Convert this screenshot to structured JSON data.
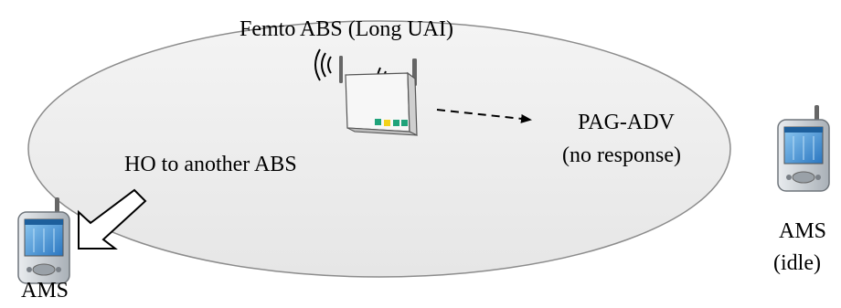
{
  "femto": {
    "label": "Femto ABS (Long UAI)",
    "icon": "wireless-router-icon",
    "indicator_colors": [
      "#1fa37a",
      "#f2d21b",
      "#1fa37a",
      "#1fa37a"
    ]
  },
  "paging": {
    "line1": "PAG-ADV",
    "line2": "(no response)"
  },
  "handover": {
    "label": "HO to another ABS"
  },
  "ams_left": {
    "label": "AMS",
    "icon": "pda-phone-icon"
  },
  "ams_right": {
    "label_line1": "AMS",
    "label_line2": "(idle)",
    "icon": "pda-phone-icon"
  },
  "colors": {
    "coverage_fill": "#eeeeee",
    "coverage_stroke": "#8c8c8c",
    "phone_body": "#c8cdd2",
    "phone_screen": "#3d8fd4"
  }
}
